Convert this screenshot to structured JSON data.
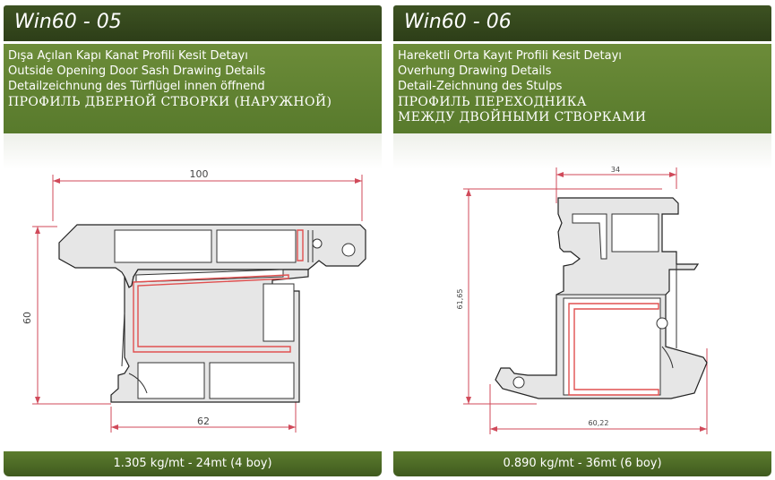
{
  "panels": [
    {
      "title": "Win60  -  05",
      "lines": [
        "Dışa Açılan Kapı Kanat Profili Kesit Detayı",
        "Outside Opening Door Sash Drawing Details",
        "Detailzeichnung des Türflügel innen öffnend",
        "ПРОФИЛЬ ДВЕРНОЙ СТВОРКИ (НАРУЖНОЙ)"
      ],
      "dims": {
        "top": "100",
        "left": "60",
        "bottom": "62"
      },
      "spec": "1.305 kg/mt  -  24mt (4 boy)"
    },
    {
      "title": "Win60  -  06",
      "lines": [
        "Hareketli Orta Kayıt Profili Kesit Detayı",
        "Overhung Drawing Details",
        "Detail-Zeichnung des Stulps",
        "ПРОФИЛЬ ПЕРЕХОДНИКА",
        "МЕЖДУ ДВОЙНЫМИ СТВОРКАМИ"
      ],
      "dims": {
        "top": "34",
        "left": "61,65",
        "bottom": "60,22"
      },
      "spec": "0.890 kg/mt  -  36mt (6 boy)"
    }
  ],
  "colors": {
    "title_bar": "#2d3e18",
    "desc_bg": "#6c8c39",
    "footer_bg": "#4a6624",
    "dimension_line": "#d04a5a",
    "profile_fill": "#e6e6e6",
    "profile_stroke": "#222222",
    "gasket_red": "#e05050"
  }
}
